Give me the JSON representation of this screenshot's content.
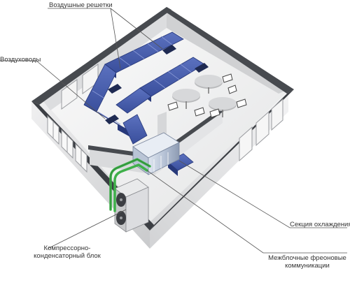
{
  "labels": {
    "air_grilles": "Воздушные решетки",
    "ducts": "Воздуховоды",
    "cooling_section": "Секция охлаждения",
    "condensing_unit_line1": "Компрессорно-",
    "condensing_unit_line2": "конденсаторный блок",
    "freon_lines_line1": "Межблочные фреоновые",
    "freon_lines_line2": "коммуникации"
  },
  "colors": {
    "duct": "#3f55a3",
    "duct_dark": "#27387a",
    "freon_pipe": "#3fb04a",
    "wall_top": "#474a4f",
    "wall_side": "#e6e7e8",
    "floor": "#f4f4f5"
  }
}
